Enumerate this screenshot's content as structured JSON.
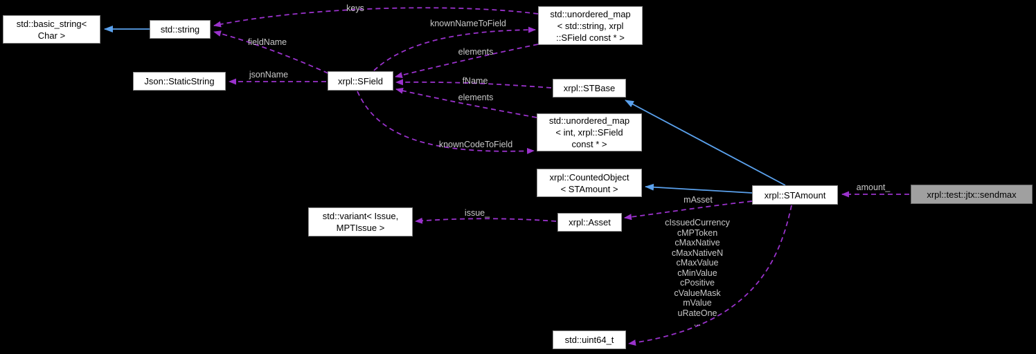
{
  "nodes": {
    "basic_string": {
      "label": "std::basic_string<\nChar >"
    },
    "std_string": {
      "label": "std::string"
    },
    "static_string": {
      "label": "Json::StaticString"
    },
    "sfield": {
      "label": "xrpl::SField"
    },
    "umap_string": {
      "label": "std::unordered_map\n< std::string, xrpl\n::SField const * >"
    },
    "stbase": {
      "label": "xrpl::STBase"
    },
    "umap_int": {
      "label": "std::unordered_map\n< int, xrpl::SField\nconst * >"
    },
    "counted_object": {
      "label": "xrpl::CountedObject\n< STAmount >"
    },
    "stamount": {
      "label": "xrpl::STAmount"
    },
    "sendmax": {
      "label": "xrpl::test::jtx::sendmax"
    },
    "variant": {
      "label": "std::variant< Issue,\nMPTIssue >"
    },
    "asset": {
      "label": "xrpl::Asset"
    },
    "uint64": {
      "label": "std::uint64_t"
    }
  },
  "edge_labels": {
    "keys": "keys",
    "known_name_to_field": "knownNameToField",
    "field_name": "fieldName",
    "elements_top": "elements",
    "json_name": "jsonName",
    "f_name": "fName",
    "elements_bottom": "elements",
    "known_code_to_field": "knownCodeToField",
    "amount": "amount_",
    "m_asset": "mAsset",
    "issue": "issue_",
    "stamount_members": "cIssuedCurrency\ncMPToken\ncMaxNative\ncMaxNativeN\ncMaxValue\ncMinValue\ncPositive\ncValueMask\nmValue\nuRateOne\n..."
  },
  "colors": {
    "background": "#000000",
    "usage_edge": "#9a32cc",
    "inheritance_edge": "#5ba2ee",
    "node_fill": "#ffffff",
    "node_border": "#8c8c8c",
    "node_text": "#000000",
    "highlight_fill": "#a0a0a0",
    "highlight_border": "#646464",
    "edge_label_text": "#c8c8c8"
  }
}
